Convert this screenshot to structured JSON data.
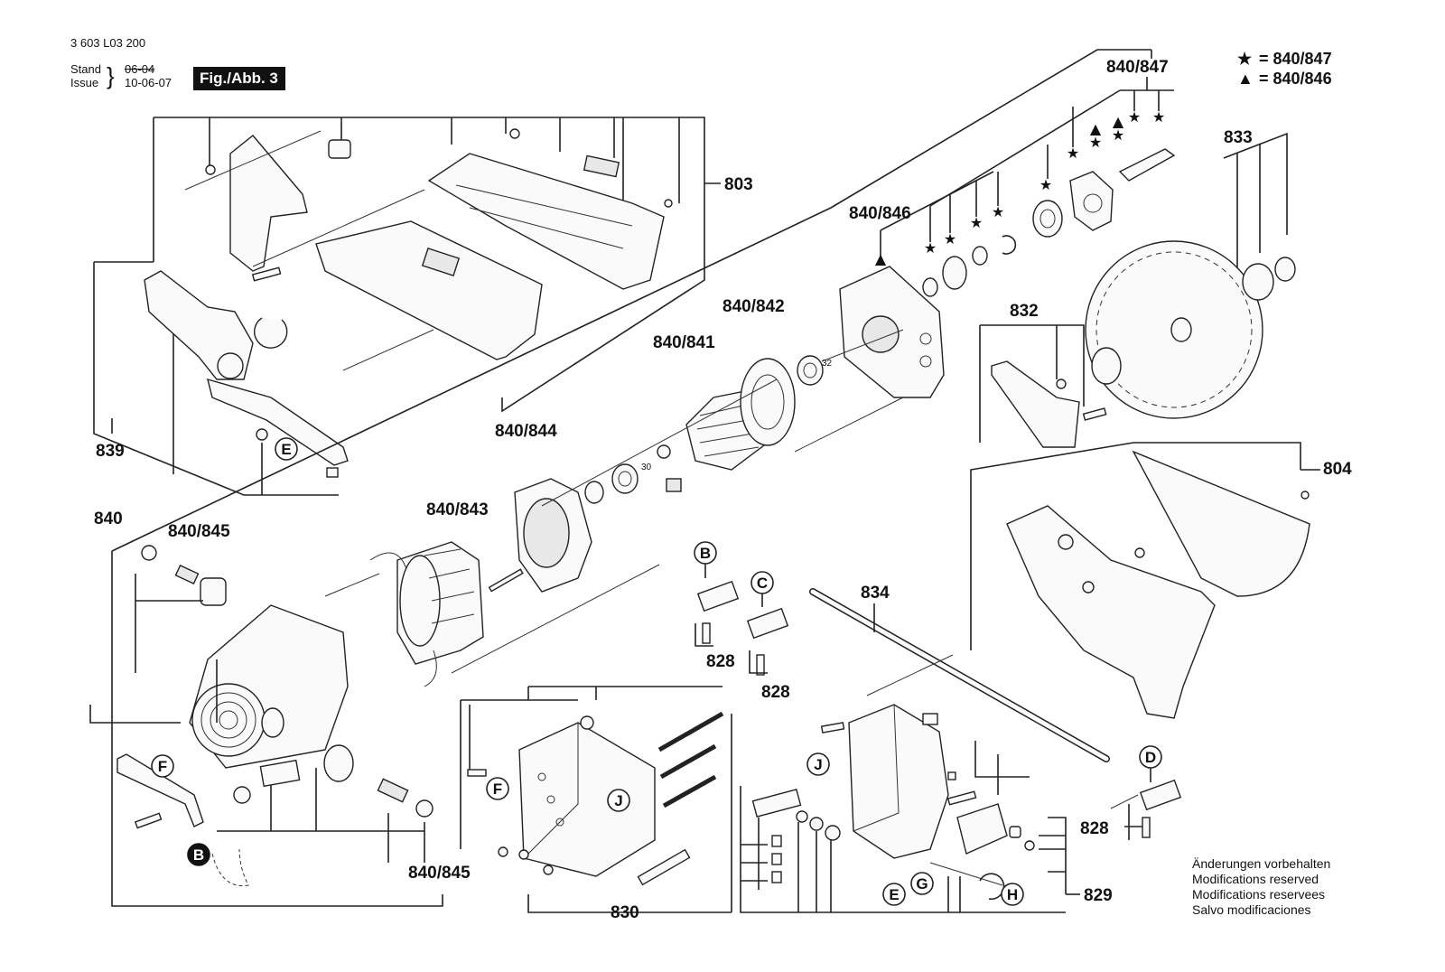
{
  "header": {
    "doc_number": "3 603 L03 200",
    "stand_label": "Stand",
    "issue_label": "Issue",
    "stand_value": "06-04",
    "issue_value": "10-06-07",
    "fig_label": "Fig./Abb. 3"
  },
  "legend": {
    "items": [
      {
        "symbol": "★",
        "text": "= 840/847"
      },
      {
        "symbol": "▲",
        "text": "= 840/846"
      }
    ]
  },
  "labels": {
    "p803": "803",
    "p839": "839",
    "p840": "840",
    "p840_841": "840/841",
    "p840_842": "840/842",
    "p840_843": "840/843",
    "p840_844": "840/844",
    "p840_845_top": "840/845",
    "p840_845_bottom": "840/845",
    "p840_846": "840/846",
    "p840_847": "840/847",
    "p833": "833",
    "p832": "832",
    "p804": "804",
    "p834": "834",
    "p828_a": "828",
    "p828_b": "828",
    "p828_c": "828",
    "p829": "829",
    "p830": "830",
    "dim_32": "32",
    "dim_30": "30"
  },
  "callouts": {
    "B_top": "B",
    "C": "C",
    "D": "D",
    "E_left": "E",
    "E_bottom": "E",
    "F_left": "F",
    "F_mid": "F",
    "G": "G",
    "H": "H",
    "J_mid": "J",
    "J_right": "J",
    "B_filled": "B"
  },
  "note": {
    "lines": [
      "Änderungen vorbehalten",
      "Modifications reserved",
      "Modifications reservees",
      "Salvo modificaciones"
    ]
  }
}
